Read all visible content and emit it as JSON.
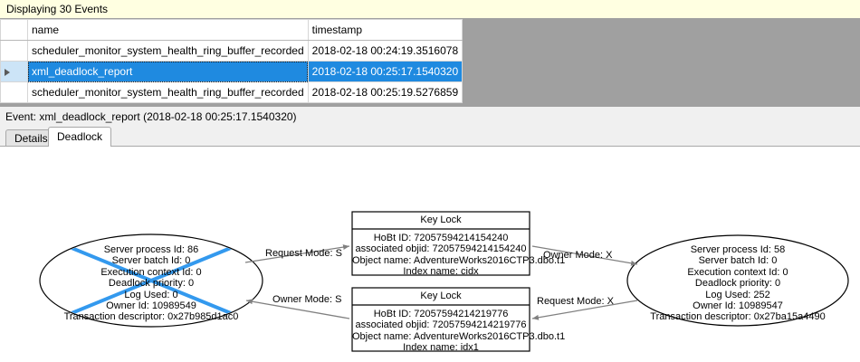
{
  "banner": {
    "text": "Displaying 30 Events"
  },
  "grid": {
    "columns": [
      "",
      "name",
      "timestamp"
    ],
    "rows": [
      {
        "marker": "",
        "name": "scheduler_monitor_system_health_ring_buffer_recorded",
        "timestamp": "2018-02-18 00:24:19.3516078",
        "selected": false
      },
      {
        "marker": "row-selector-arrow",
        "name": "xml_deadlock_report",
        "timestamp": "2018-02-18 00:25:17.1540320",
        "selected": true
      },
      {
        "marker": "",
        "name": "scheduler_monitor_system_health_ring_buffer_recorded",
        "timestamp": "2018-02-18 00:25:19.5276859",
        "selected": false
      }
    ],
    "selection_color": "#1f8ae0",
    "empty_area_color": "#a0a0a0"
  },
  "event_header": {
    "text": "Event: xml_deadlock_report (2018-02-18 00:25:17.1540320)"
  },
  "tabs": {
    "items": [
      {
        "label": "Details",
        "active": false
      },
      {
        "label": "Deadlock",
        "active": true
      }
    ]
  },
  "deadlock": {
    "victim_cross_color": "#3399ee",
    "process_left": {
      "lines": [
        "Server process Id: 86",
        "Server batch Id: 0",
        "Execution context Id: 0",
        "Deadlock priority: 0",
        "Log Used: 0",
        "Owner Id: 10989549",
        "Transaction descriptor: 0x27b985d1ac0"
      ]
    },
    "process_right": {
      "lines": [
        "Server process Id: 58",
        "Server batch Id: 0",
        "Execution context Id: 0",
        "Deadlock priority: 0",
        "Log Used: 252",
        "Owner Id: 10989547",
        "Transaction descriptor: 0x27ba15a4490"
      ]
    },
    "resource_top": {
      "title": "Key Lock",
      "lines": [
        "HoBt ID: 72057594214154240",
        "associated objid: 72057594214154240",
        "Object name: AdventureWorks2016CTP3.dbo.t1",
        "Index name: cidx"
      ]
    },
    "resource_bottom": {
      "title": "Key Lock",
      "lines": [
        "HoBt ID: 72057594214219776",
        "associated objid: 72057594214219776",
        "Object name: AdventureWorks2016CTP3.dbo.t1",
        "Index name: idx1"
      ]
    },
    "edges": [
      {
        "id": "left-request-top",
        "label": "Request Mode: S"
      },
      {
        "id": "top-owner-right",
        "label": "Owner Mode: X"
      },
      {
        "id": "bottom-owner-left",
        "label": "Owner Mode: S"
      },
      {
        "id": "right-request-bottom",
        "label": "Request Mode: X"
      }
    ]
  }
}
